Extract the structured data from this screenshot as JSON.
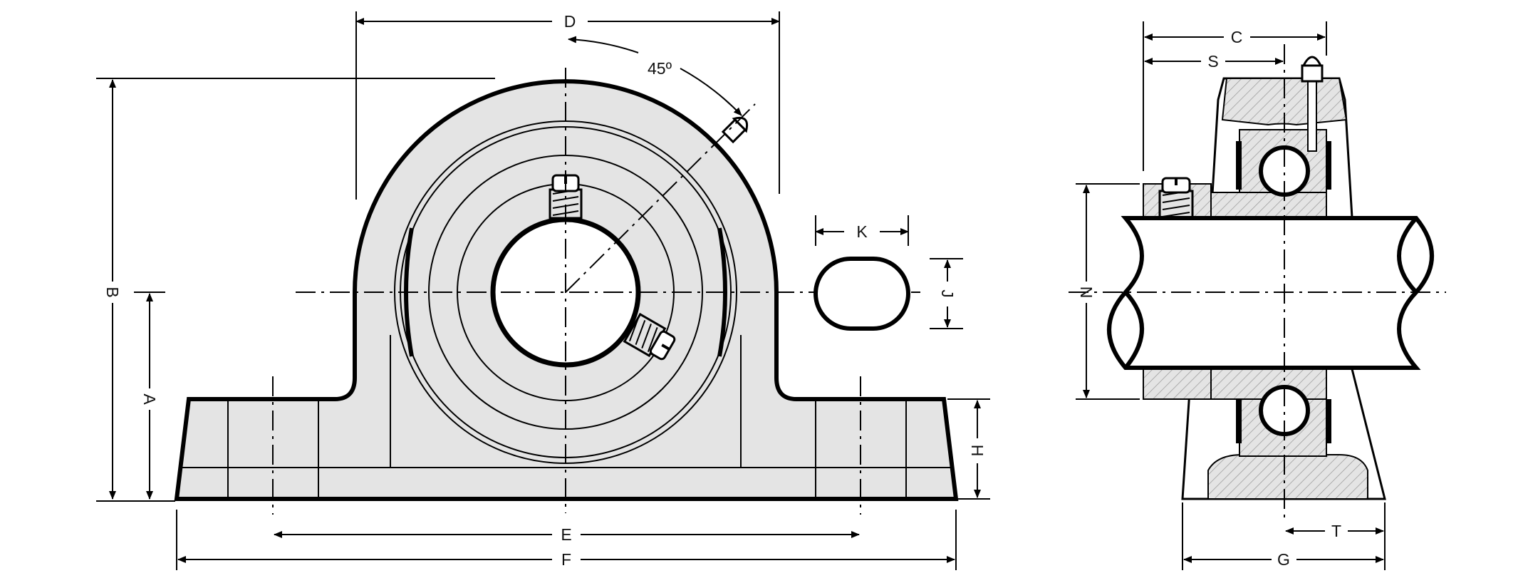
{
  "front_view": {
    "labels": {
      "D": "D",
      "angle": "45º",
      "B": "B",
      "A": "A",
      "K": "K",
      "J": "J",
      "H": "H",
      "E": "E",
      "F": "F"
    }
  },
  "side_view": {
    "labels": {
      "C": "C",
      "S": "S",
      "N": "N",
      "T": "T",
      "G": "G"
    }
  },
  "colors": {
    "line": "#000000",
    "body_fill": "#e4e4e4",
    "background": "#ffffff"
  }
}
